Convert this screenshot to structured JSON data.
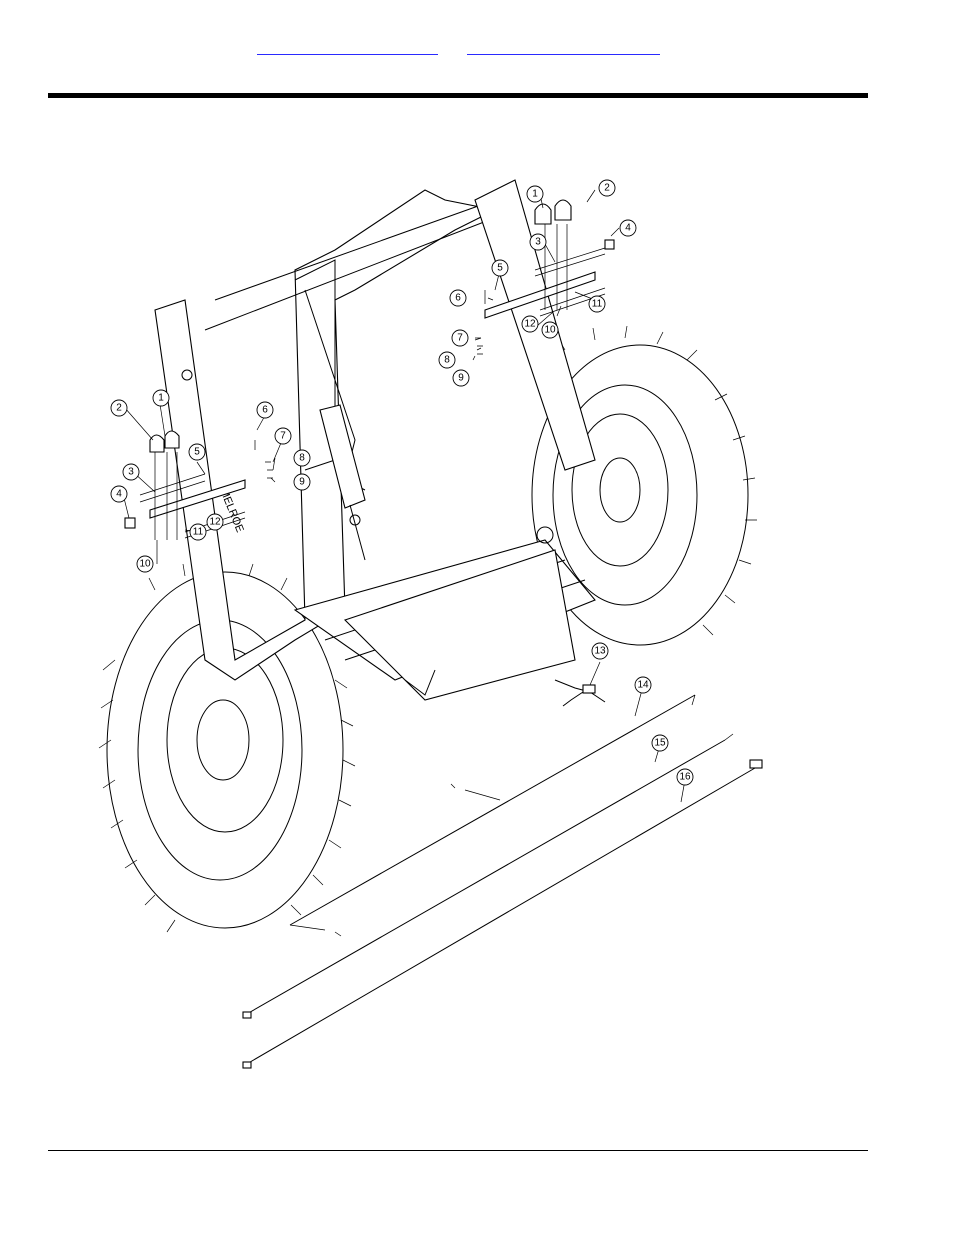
{
  "header": {
    "links": [
      {
        "label": ""
      },
      {
        "label": ""
      }
    ]
  },
  "diagram": {
    "stenciled_text": "MELROE",
    "callouts": [
      "1",
      "2",
      "3",
      "4",
      "5",
      "6",
      "7",
      "8",
      "9",
      "10",
      "11",
      "12",
      "1",
      "2",
      "3",
      "4",
      "5",
      "6",
      "7",
      "8",
      "9",
      "10",
      "11",
      "12",
      "13",
      "14",
      "15",
      "16"
    ]
  }
}
